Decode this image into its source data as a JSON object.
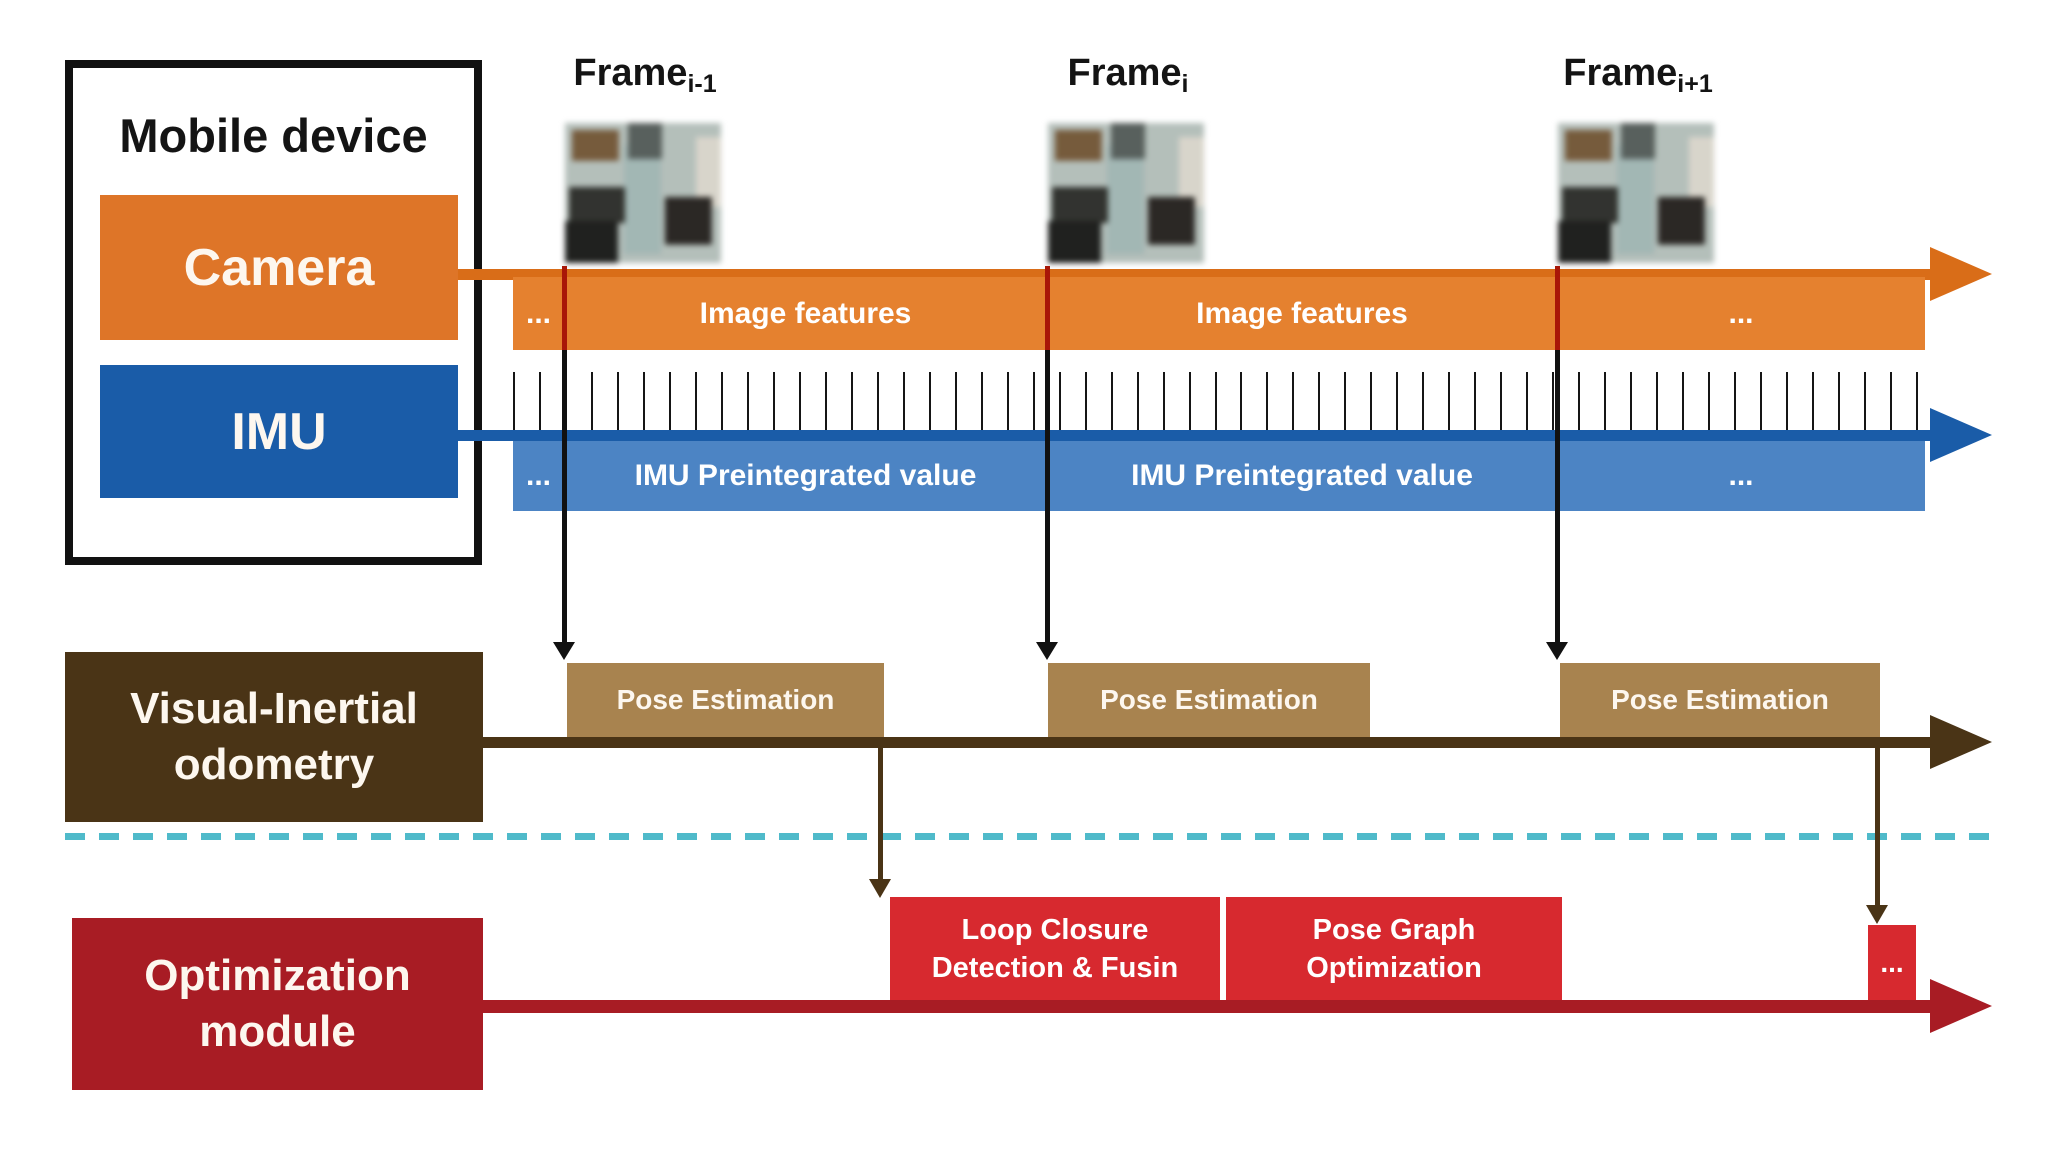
{
  "colors": {
    "orange_line": "#d96d18",
    "orange_bar": "#e5812f",
    "camera_box": "#de7528",
    "blue_line": "#1a5ca8",
    "blue_bar": "#4c84c4",
    "brown_dark": "#4a3416",
    "tan": "#a8834f",
    "red_dark": "#a81c24",
    "red_bright": "#d7292f",
    "frame_line_red": "#a81708",
    "teal_dash": "#4fbaca"
  },
  "mobile_device": {
    "title": "Mobile device",
    "camera_label": "Camera",
    "imu_label": "IMU"
  },
  "frames": [
    {
      "base": "Frame",
      "sub": "i-1"
    },
    {
      "base": "Frame",
      "sub": "i"
    },
    {
      "base": "Frame",
      "sub": "i+1"
    }
  ],
  "camera_timeline": {
    "segments": [
      "...",
      "Image features",
      "Image features",
      "..."
    ]
  },
  "imu_timeline": {
    "segments": [
      "...",
      "IMU Preintegrated value",
      "IMU Preintegrated value",
      "..."
    ],
    "tick_count": 55
  },
  "vio": {
    "label_line1": "Visual-Inertial",
    "label_line2": "odometry",
    "pose_boxes": [
      "Pose Estimation",
      "Pose Estimation",
      "Pose Estimation"
    ]
  },
  "optimization": {
    "label_line1": "Optimization",
    "label_line2": "module",
    "loop_box_line1": "Loop Closure",
    "loop_box_line2": "Detection & Fusin",
    "graph_box_line1": "Pose Graph",
    "graph_box_line2": "Optimization",
    "ellipsis": "..."
  }
}
